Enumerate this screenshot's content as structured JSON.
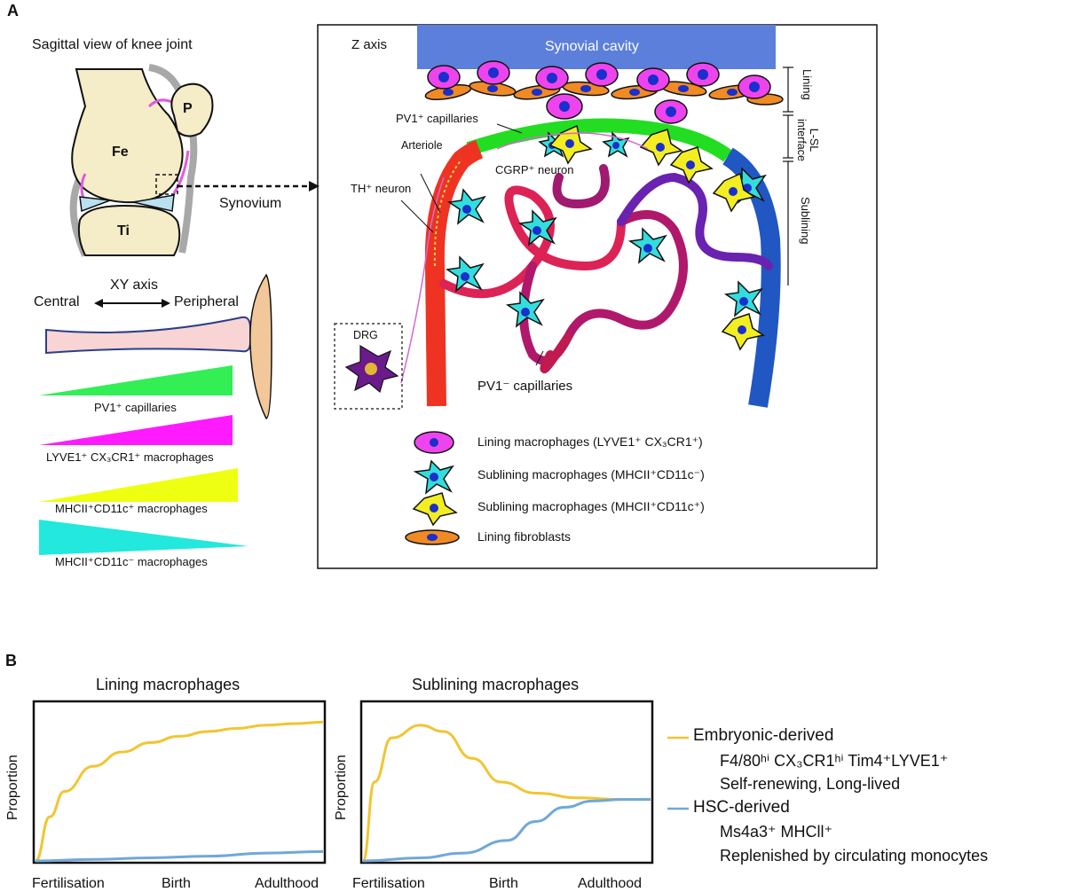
{
  "panelA": {
    "letter": "A",
    "knee": {
      "title": "Sagittal view of knee joint",
      "labels": {
        "femur": "Fe",
        "patella": "P",
        "tibia": "Ti",
        "synovium": "Synovium"
      }
    },
    "gradients": {
      "axis_label": "XY axis",
      "central": "Central",
      "peripheral": "Peripheral",
      "items": [
        {
          "label": "PV1⁺ capillaries",
          "color": "#33ee55"
        },
        {
          "label": "LYVE1⁺ CX₃CR1⁺ macrophages",
          "color": "#ff1aff"
        },
        {
          "label": "MHCII⁺CD11c⁺ macrophages",
          "color": "#eeff11"
        },
        {
          "label": "MHCII⁺CD11c⁻ macrophages",
          "color": "#22e8dd"
        }
      ]
    },
    "detail": {
      "z_axis": "Z axis",
      "synovial_cavity": "Synovial cavity",
      "layers": {
        "lining": "Lining",
        "interface": "L-SL\ninterface",
        "sublining": "Sublining"
      },
      "labels": {
        "pv1_pos_capillaries": "PV1⁺ capillaries",
        "arteriole": "Arteriole",
        "cgrp_neuron": "CGRP⁺ neuron",
        "th_neuron": "TH⁺ neuron",
        "drg": "DRG",
        "pv1_neg_capillaries": "PV1⁻ capillaries"
      },
      "legend": [
        {
          "label": "Lining macrophages (LYVE1⁺ CX₃CR1⁺)",
          "icon": "lining-macrophage-icon"
        },
        {
          "label": "Sublining macrophages (MHCII⁺CD11c⁻)",
          "icon": "sublining-macrophage-cd11c-neg-icon"
        },
        {
          "label": "Sublining macrophages (MHCII⁺CD11c⁺)",
          "icon": "sublining-macrophage-cd11c-pos-icon"
        },
        {
          "label": "Lining fibroblasts",
          "icon": "lining-fibroblast-icon"
        }
      ],
      "colors": {
        "cavity": "#5b7fdb",
        "lining_macrophage": "#ee44ee",
        "fibroblast": "#f08a24",
        "sublining_cd11c_neg": "#33dddd",
        "sublining_cd11c_pos": "#f2ee22",
        "nucleus": "#1a2fcc"
      }
    }
  },
  "panelB": {
    "letter": "B",
    "charts": [
      {
        "title": "Lining macrophages",
        "ylabel": "Proportion",
        "xticks": [
          "Fertilisation",
          "Birth",
          "Adulthood"
        ]
      },
      {
        "title": "Sublining macrophages",
        "ylabel": "Proportion",
        "xticks": [
          "Fertilisation",
          "Birth",
          "Adulthood"
        ]
      }
    ],
    "legend": [
      {
        "name": "Embryonic-derived",
        "color": "#f2c531",
        "lines": [
          "F4/80ʰⁱ CX₃CR1ʰⁱ Tim4⁺LYVE1⁺",
          "Self-renewing, Long-lived"
        ]
      },
      {
        "name": "HSC-derived",
        "color": "#6fa8d8",
        "lines": [
          "Ms4a3⁺ MHCll⁺",
          "Replenished by circulating monocytes"
        ]
      }
    ]
  },
  "chart_data": [
    {
      "type": "line",
      "title": "Lining macrophages",
      "ylabel": "Proportion",
      "x": [
        "Fertilisation",
        "Birth",
        "Adulthood"
      ],
      "series": [
        {
          "name": "Embryonic-derived",
          "color": "#f2c531",
          "points": [
            [
              0,
              0.0
            ],
            [
              0.05,
              0.28
            ],
            [
              0.1,
              0.44
            ],
            [
              0.2,
              0.6
            ],
            [
              0.3,
              0.69
            ],
            [
              0.4,
              0.75
            ],
            [
              0.5,
              0.79
            ],
            [
              0.6,
              0.82
            ],
            [
              0.7,
              0.84
            ],
            [
              0.8,
              0.86
            ],
            [
              0.9,
              0.87
            ],
            [
              1.0,
              0.88
            ]
          ]
        },
        {
          "name": "HSC-derived",
          "color": "#6fa8d8",
          "points": [
            [
              0,
              0.0
            ],
            [
              0.2,
              0.01
            ],
            [
              0.4,
              0.02
            ],
            [
              0.6,
              0.03
            ],
            [
              0.8,
              0.05
            ],
            [
              1.0,
              0.06
            ]
          ]
        }
      ]
    },
    {
      "type": "line",
      "title": "Sublining macrophages",
      "ylabel": "Proportion",
      "x": [
        "Fertilisation",
        "Birth",
        "Adulthood"
      ],
      "series": [
        {
          "name": "Embryonic-derived",
          "color": "#f2c531",
          "points": [
            [
              0,
              0.0
            ],
            [
              0.04,
              0.5
            ],
            [
              0.1,
              0.78
            ],
            [
              0.2,
              0.86
            ],
            [
              0.28,
              0.82
            ],
            [
              0.38,
              0.65
            ],
            [
              0.48,
              0.5
            ],
            [
              0.6,
              0.43
            ],
            [
              0.75,
              0.4
            ],
            [
              0.9,
              0.39
            ],
            [
              1.0,
              0.39
            ]
          ]
        },
        {
          "name": "HSC-derived",
          "color": "#6fa8d8",
          "points": [
            [
              0,
              0.0
            ],
            [
              0.2,
              0.02
            ],
            [
              0.35,
              0.05
            ],
            [
              0.5,
              0.13
            ],
            [
              0.6,
              0.25
            ],
            [
              0.7,
              0.34
            ],
            [
              0.8,
              0.38
            ],
            [
              0.9,
              0.39
            ],
            [
              1.0,
              0.39
            ]
          ]
        }
      ]
    }
  ]
}
